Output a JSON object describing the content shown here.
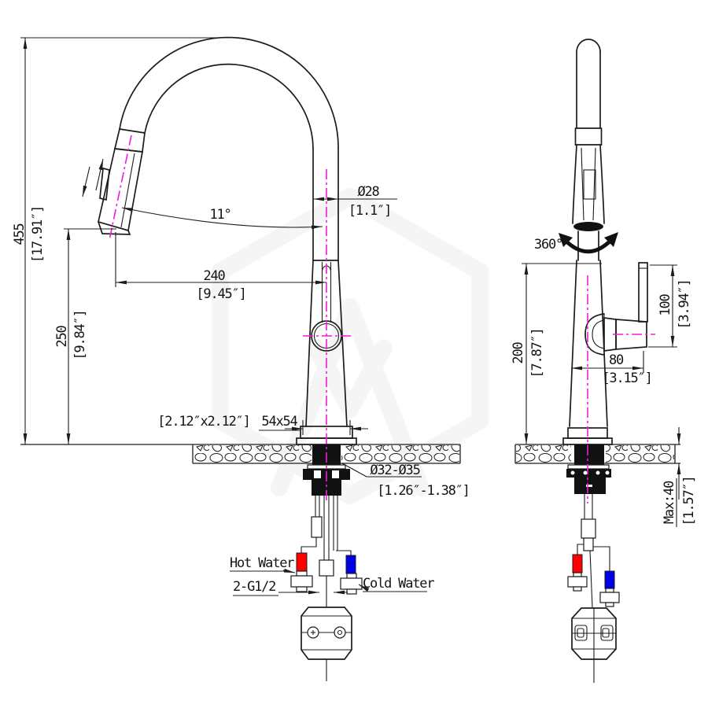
{
  "front_view": {
    "total_height_mm": "455",
    "total_height_in": "[17.91″]",
    "spout_height_mm": "250",
    "spout_height_in": "[9.84″]",
    "reach_mm": "240",
    "reach_in": "[9.45″]",
    "spout_diameter_mm": "Ø28",
    "spout_diameter_in": "[1.1″]",
    "head_angle": "11°",
    "base_size_in": "[2.12″x2.12″]",
    "base_size_mm": "54x54",
    "mount_hole_mm": "Ø32-Ø35",
    "mount_hole_in": "[1.26″-1.38″]",
    "hot_water_label": "Hot Water",
    "cold_water_label": "Cold Water",
    "inlet_thread_label": "2-G1/2"
  },
  "side_view": {
    "swivel_label": "360°",
    "body_height_mm": "200",
    "body_height_in": "[7.87″]",
    "handle_height_mm": "100",
    "handle_height_in": "[3.94″]",
    "handle_reach_mm": "80",
    "handle_reach_in": "[3.15″]",
    "max_counter_thickness_mm": "Max:40",
    "max_counter_thickness_in": "[1.57″]"
  },
  "colors": {
    "line": "#1c1c1c",
    "centerline": "#f31ae0",
    "hot": "#fe0000",
    "cold": "#0000e8",
    "watermark": "#ededed"
  }
}
